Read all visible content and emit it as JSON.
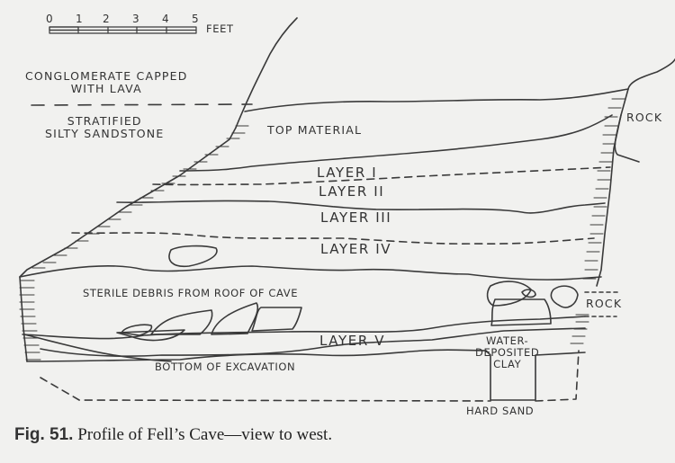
{
  "scale": {
    "ticks": [
      "0",
      "1",
      "2",
      "3",
      "4",
      "5"
    ],
    "unit": "FEET"
  },
  "labels": {
    "conglomerate": "CONGLOMERATE CAPPED",
    "conglomerate2": "WITH LAVA",
    "stratified": "STRATIFIED",
    "stratified2": "SILTY SANDSTONE",
    "top_material": "TOP MATERIAL",
    "rock_top": "ROCK",
    "layer1": "LAYER I",
    "layer2": "LAYER II",
    "layer3": "LAYER III",
    "layer4": "LAYER IV",
    "sterile_debris": "STERILE DEBRIS FROM ROOF OF CAVE",
    "rock_mid": "ROCK",
    "layer5": "LAYER V",
    "water1": "WATER-",
    "water2": "DEPOSITED",
    "water3": "CLAY",
    "bottom": "BOTTOM OF EXCAVATION",
    "hard_sand": "HARD SAND"
  },
  "caption": {
    "fig": "Fig. 51.",
    "text": " Profile of Fell’s Cave—view to west."
  },
  "colors": {
    "ink": "#3a3a3a",
    "paper": "#f1f1ef"
  }
}
